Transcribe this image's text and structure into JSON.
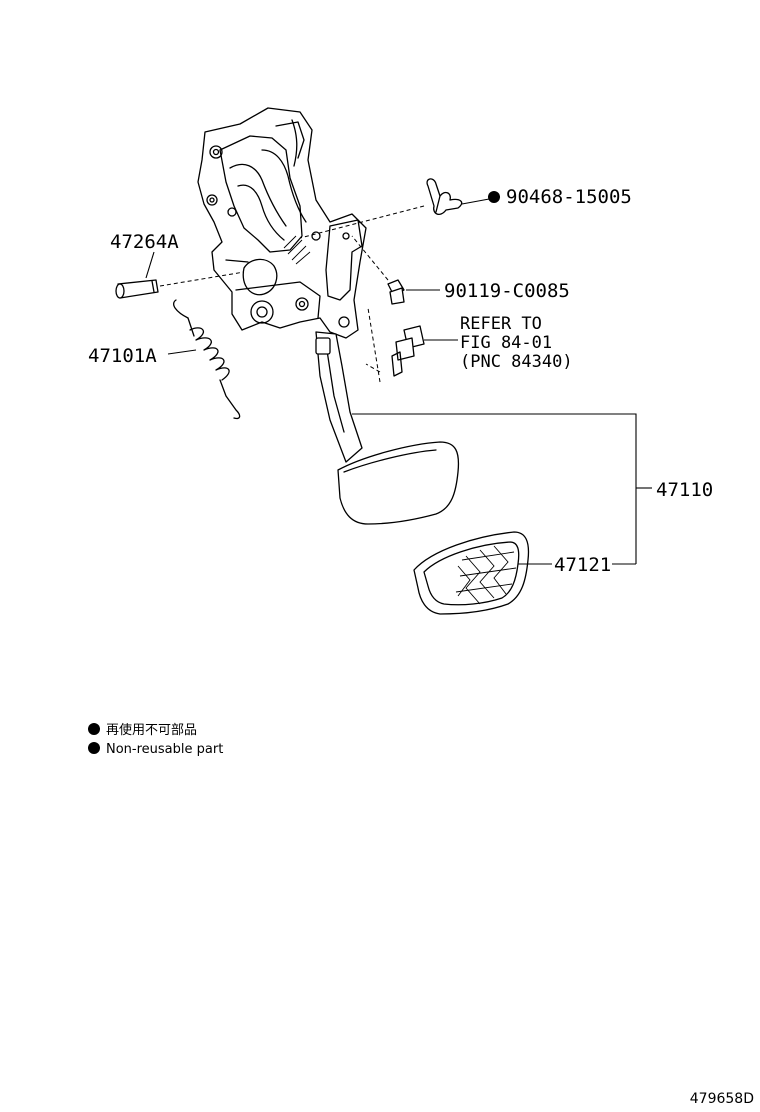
{
  "parts": {
    "p47264a": "47264A",
    "p47101a": "47101A",
    "p90468": "90468-15005",
    "p90119": "90119-C0085",
    "p47110": "47110",
    "p47121": "47121"
  },
  "refer": {
    "line1": "REFER TO",
    "line2": "FIG 84-01",
    "line3": "(PNC 84340)"
  },
  "legend": {
    "line_jp": "再使用不可部品",
    "line_en": "Non-reusable part"
  },
  "figure_id": "479658D",
  "colors": {
    "ink": "#000000",
    "background": "#ffffff"
  }
}
